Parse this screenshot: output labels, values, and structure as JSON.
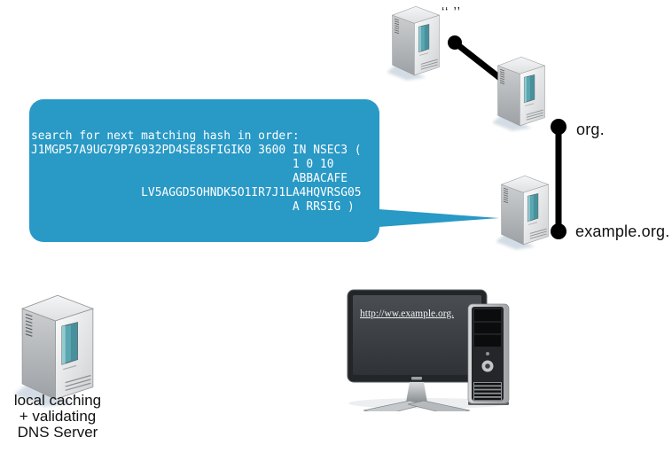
{
  "title": "DNSSEC NSEC3 resolution diagram",
  "colors": {
    "bubble_background": "#2999c6",
    "bubble_text": "#ffffff",
    "connector": "#000000",
    "server_panel_teal": "#5aa7b1",
    "label_text": "#111111"
  },
  "bubble": {
    "lines": [
      "search for next matching hash in order:",
      "J1MGP57A9UG79P76932PD4SE8SFIGIK0 3600 IN NSEC3 (",
      "                                      1 0 10",
      "                                      ABBACAFE",
      "                LV5AGGD5OHNDK5O1IR7J1LA4HQVRSG05",
      "                                      A RRSIG )"
    ]
  },
  "nodes": {
    "root": {
      "label": "‘‘ ’’"
    },
    "org": {
      "label": "org."
    },
    "example": {
      "label": "example.org."
    },
    "resolver": {
      "label_lines": [
        "local caching",
        "+ validating",
        "DNS Server"
      ]
    },
    "client": {
      "screen_url": "http://ww.example.org."
    }
  }
}
